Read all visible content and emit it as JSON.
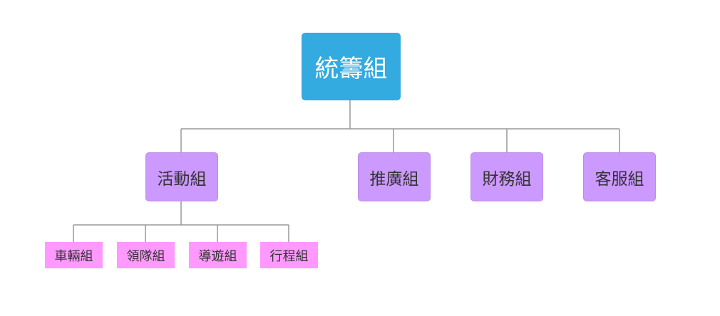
{
  "root": {
    "label": "統籌組"
  },
  "groups": [
    {
      "label": "活動組",
      "children": [
        {
          "label": "車輛組"
        },
        {
          "label": "領隊組"
        },
        {
          "label": "導遊組"
        },
        {
          "label": "行程組"
        }
      ]
    },
    {
      "label": "推廣組"
    },
    {
      "label": "財務組"
    },
    {
      "label": "客服組"
    }
  ],
  "colors": {
    "root_fill": "#33aae0",
    "group_fill": "#cc99ff",
    "subgroup_fill": "#ff99ff",
    "connector": "#999999"
  }
}
